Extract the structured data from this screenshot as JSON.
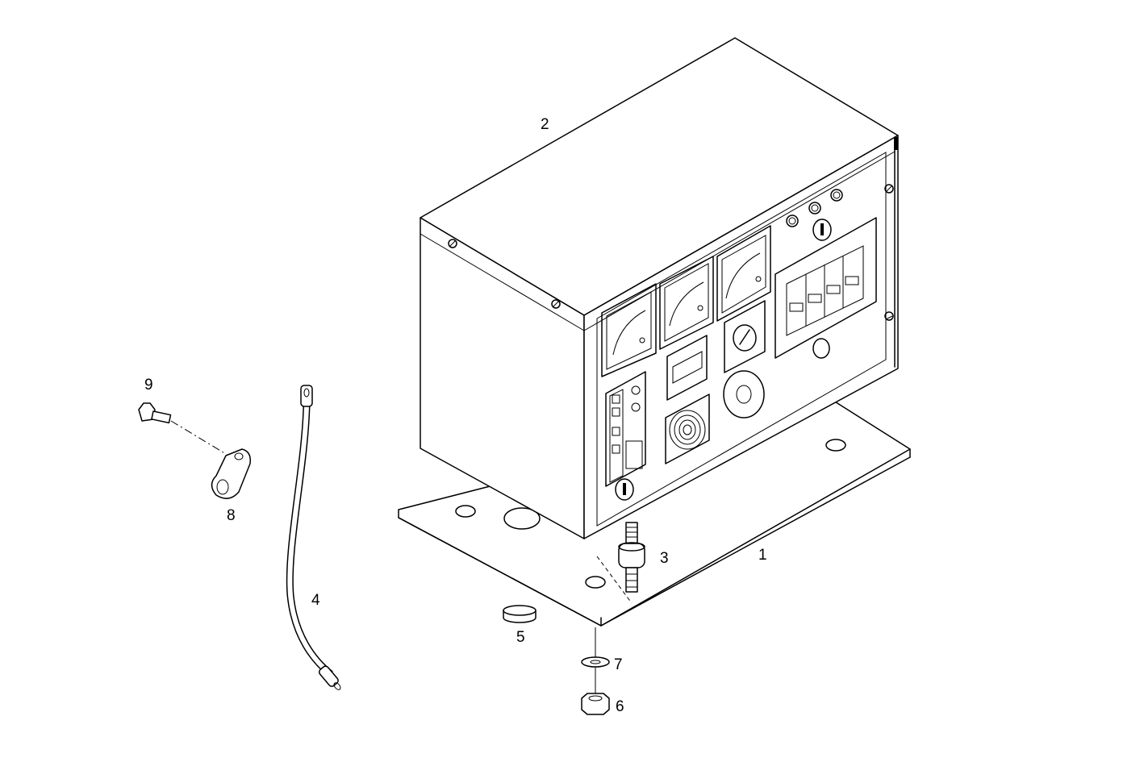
{
  "figure": {
    "background": "#ffffff",
    "line_color": "#000000"
  },
  "callouts": {
    "base_plate": "1",
    "control_box": "2",
    "antivibration_mount": "3",
    "ground_cable": "4",
    "spacer_ring": "5",
    "nut": "6",
    "washer": "7",
    "cable_clamp": "8",
    "screw": "9"
  }
}
